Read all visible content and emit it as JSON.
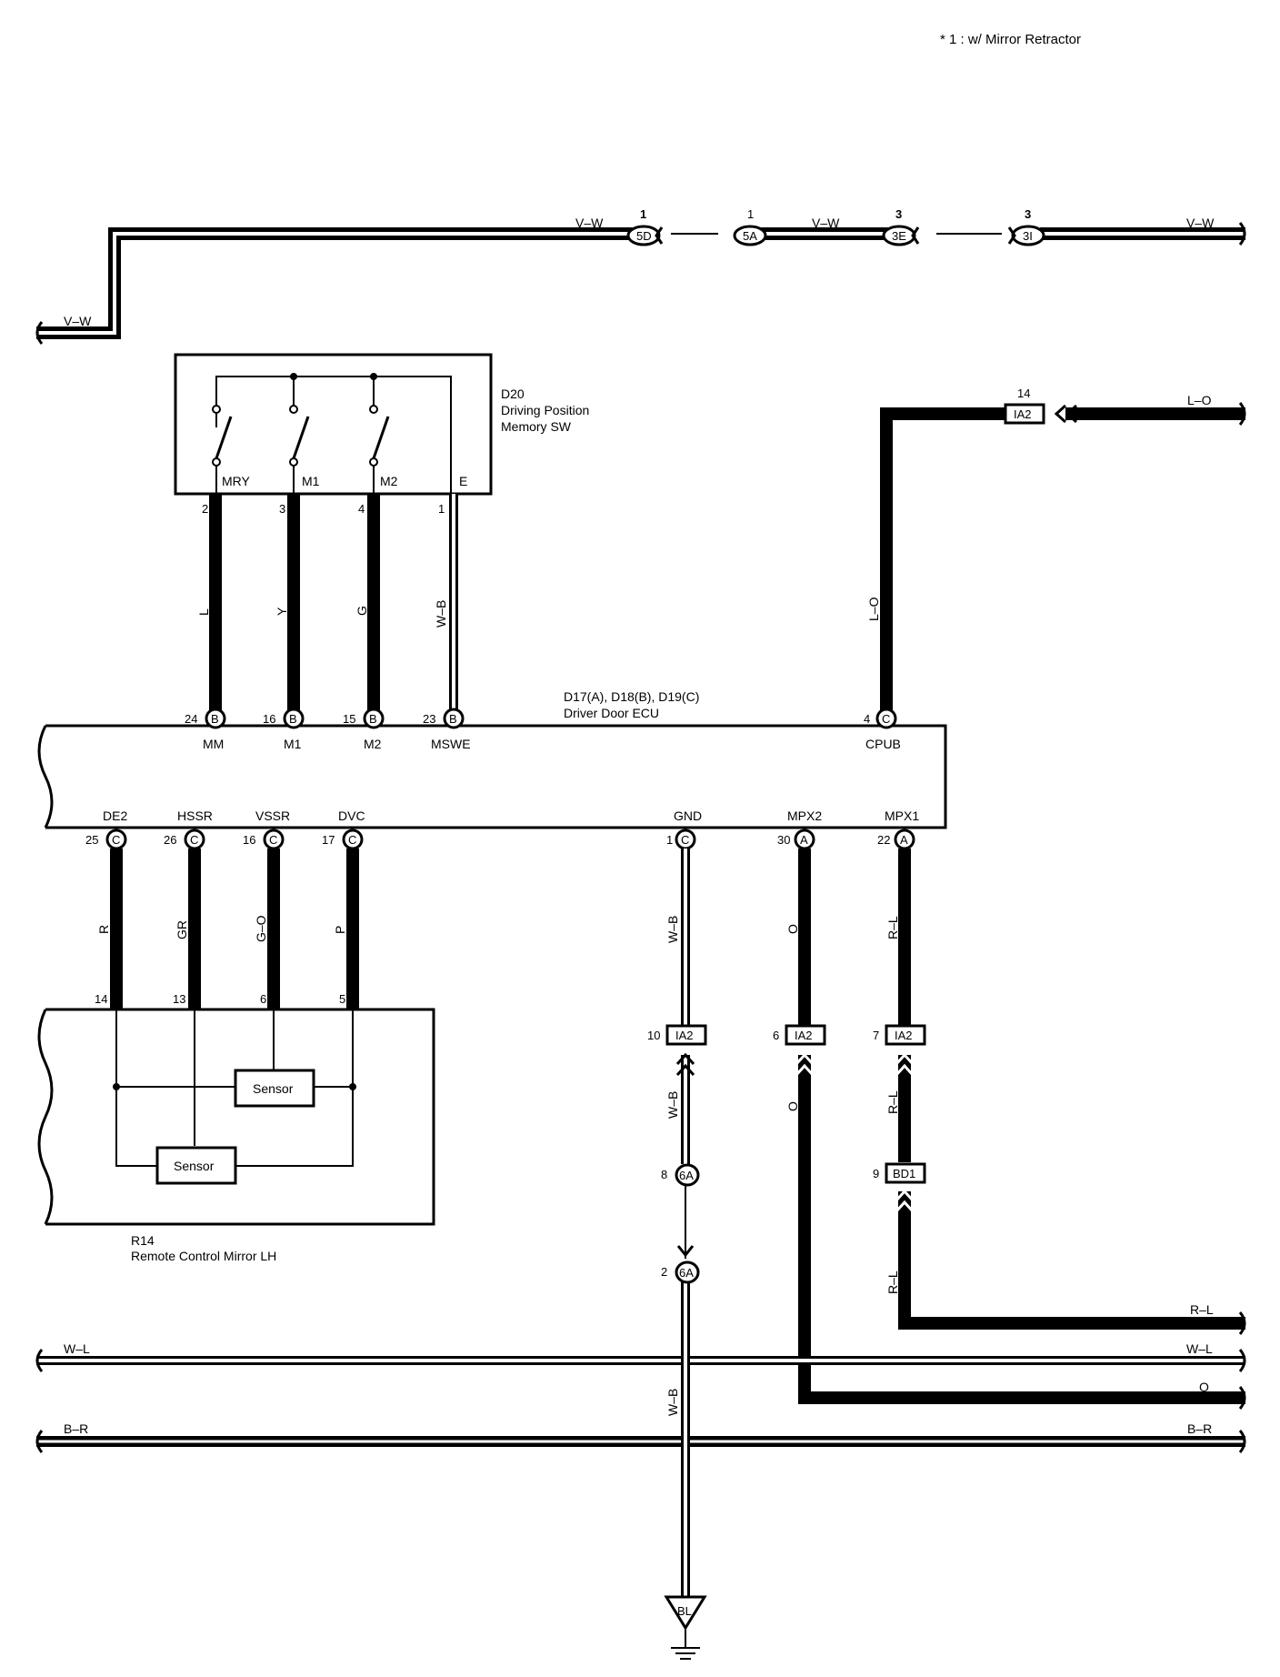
{
  "note": "* 1 : w/ Mirror Retractor",
  "components": {
    "d20": {
      "code": "D20",
      "name1": "Driving Position",
      "name2": "Memory SW",
      "terminals": [
        "MRY",
        "M1",
        "M2",
        "E"
      ],
      "pins": [
        "2",
        "3",
        "4",
        "1"
      ]
    },
    "ecu": {
      "code": "D17(A), D18(B), D19(C)",
      "name": "Driver Door ECU",
      "top_terms": [
        "MM",
        "M1",
        "M2",
        "MSWE",
        "CPUB"
      ],
      "top_pins": [
        "24",
        "16",
        "15",
        "23",
        "4"
      ],
      "top_conn": [
        "B",
        "B",
        "B",
        "B",
        "C"
      ],
      "bot_terms": [
        "DE2",
        "HSSR",
        "VSSR",
        "DVC",
        "GND",
        "MPX2",
        "MPX1"
      ],
      "bot_pins": [
        "25",
        "26",
        "16",
        "17",
        "1",
        "30",
        "22"
      ],
      "bot_conn": [
        "C",
        "C",
        "C",
        "C",
        "C",
        "A",
        "A"
      ]
    },
    "r14": {
      "code": "R14",
      "name": "Remote Control Mirror LH",
      "pins": [
        "14",
        "13",
        "6",
        "5"
      ],
      "sensor": "Sensor"
    }
  },
  "wires": {
    "d20_wires": [
      "L",
      "Y",
      "G",
      "W–B"
    ],
    "r14_wires": [
      "R",
      "GR",
      "G–O",
      "P"
    ],
    "cpub": "L–O",
    "gnd": "W–B",
    "mpx2": "O",
    "mpx1": "R–L",
    "top_bus": "V–W",
    "bus_wl": "W–L",
    "bus_br": "B–R",
    "bus_o": "O",
    "bus_rl": "R–L"
  },
  "connectors": {
    "top": [
      {
        "id": "5D",
        "pin": "1"
      },
      {
        "id": "5A",
        "pin": "1"
      },
      {
        "id": "3E",
        "pin": "3"
      },
      {
        "id": "3I",
        "pin": "3"
      }
    ],
    "ia2_top": {
      "id": "IA2",
      "pin": "14"
    },
    "gnd_ia2": {
      "id": "IA2",
      "pin": "10"
    },
    "mpx2_ia2": {
      "id": "IA2",
      "pin": "6"
    },
    "mpx1_ia2": {
      "id": "IA2",
      "pin": "7"
    },
    "gnd_6a_1": {
      "id": "6A",
      "pin": "8"
    },
    "gnd_6a_2": {
      "id": "6A",
      "pin": "2"
    },
    "bd1": {
      "id": "BD1",
      "pin": "9"
    },
    "ground": "BL"
  }
}
